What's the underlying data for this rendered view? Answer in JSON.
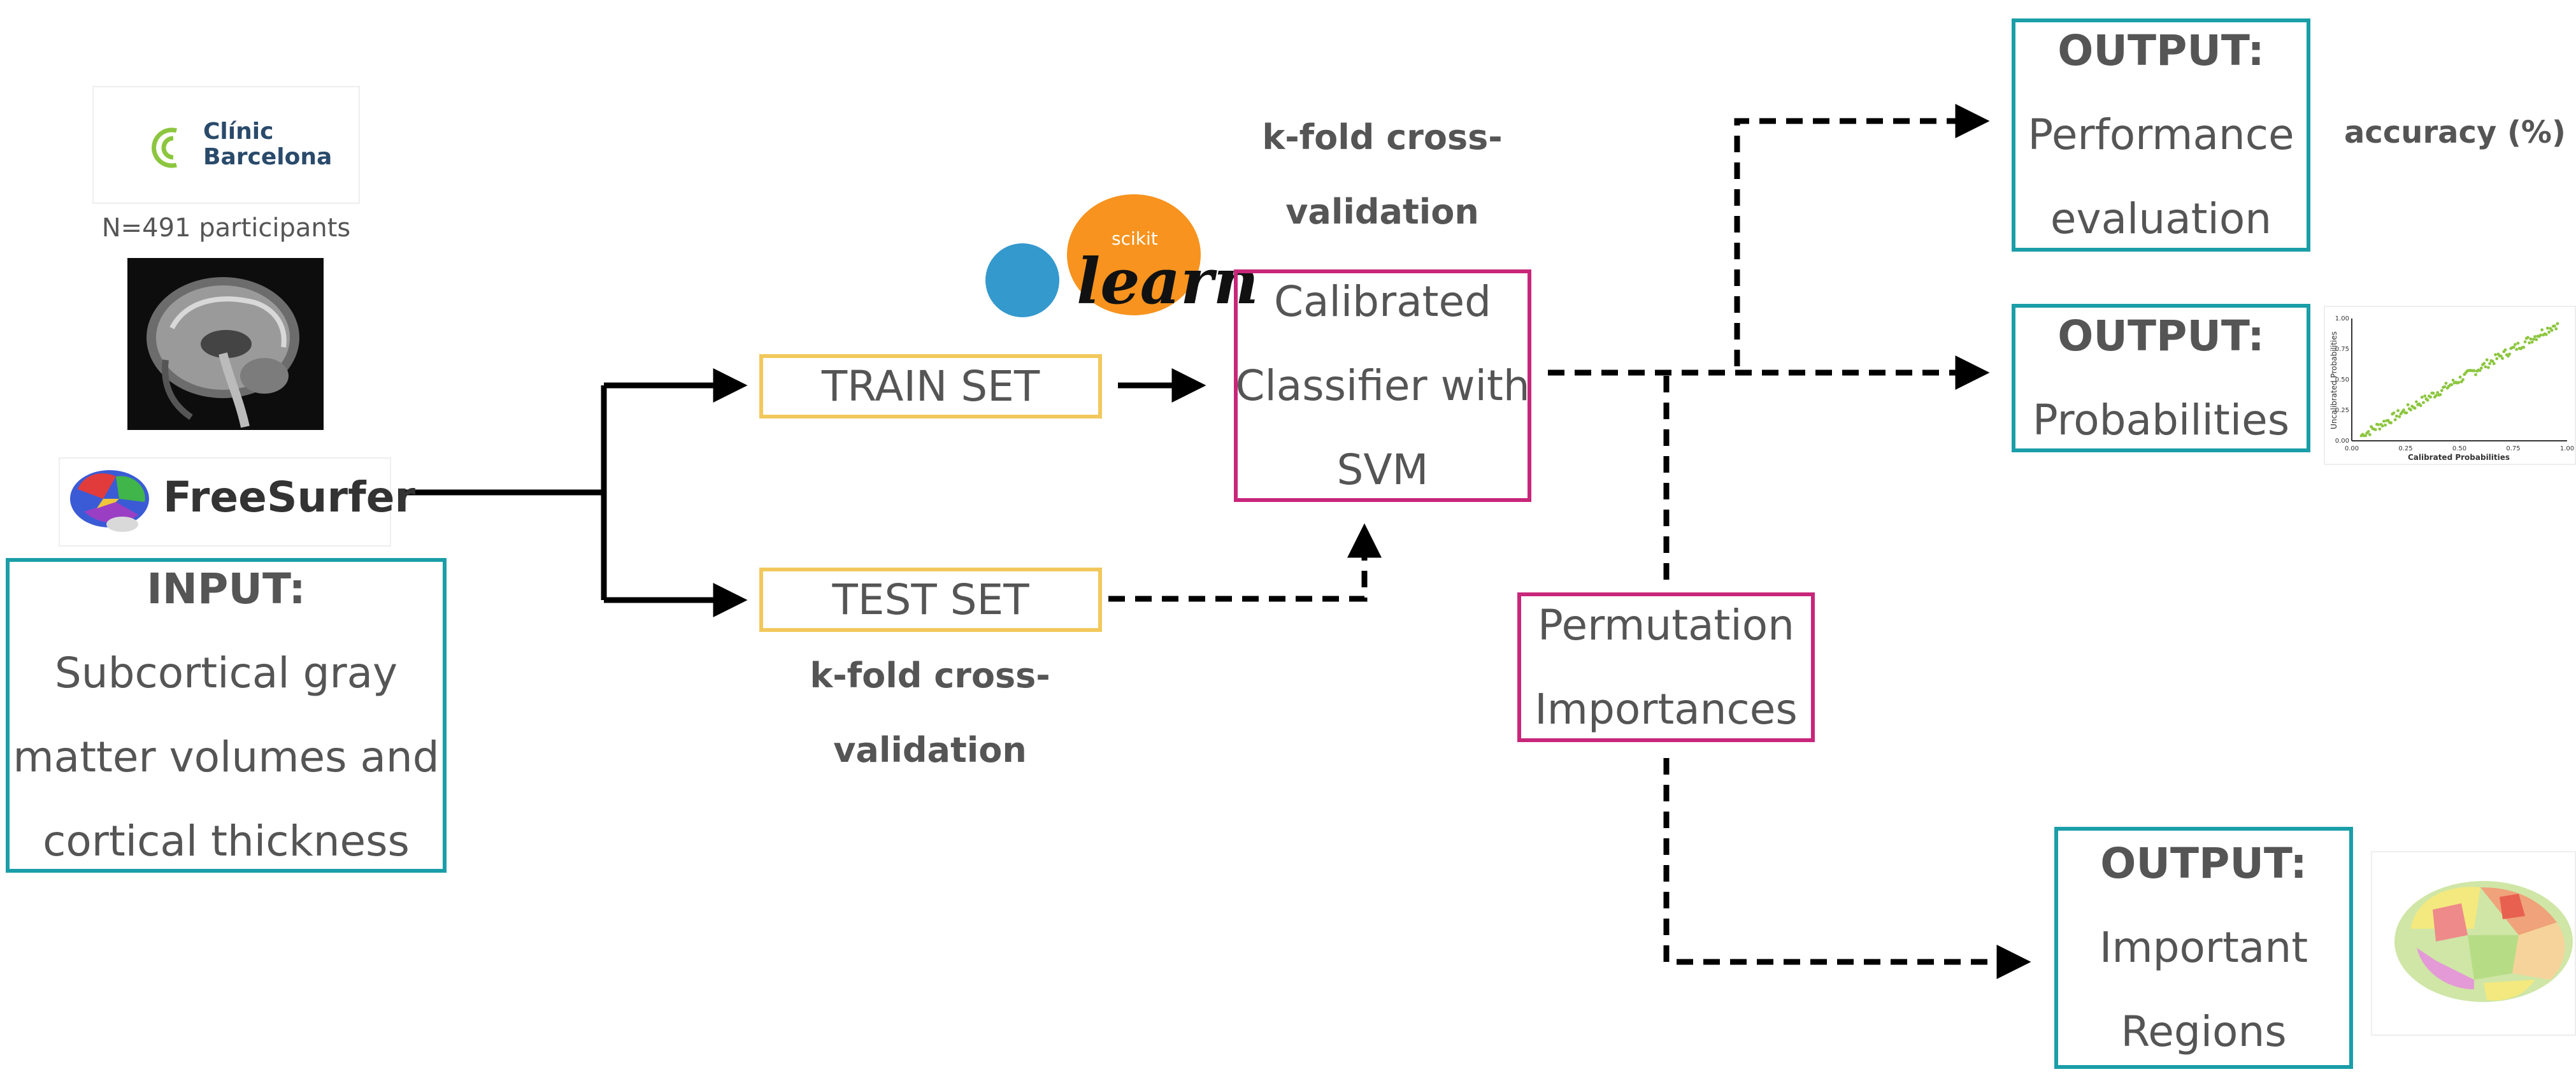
{
  "logos": {
    "clinic_line1": "Clínic",
    "clinic_line2": "Barcelona",
    "participants": "N=491 participants",
    "freesurfer": "FreeSurfer",
    "scikit_small": "scikit",
    "scikit_learn": "learn"
  },
  "input": {
    "heading": "INPUT:",
    "line1": "Subcortical gray",
    "line2": "matter volumes and",
    "line3": "cortical thickness"
  },
  "train_set": "TRAIN SET",
  "test_set": "TEST SET",
  "kfold_top": {
    "line1": "k-fold cross-",
    "line2": "validation"
  },
  "kfold_bottom": {
    "line1": "k-fold cross-",
    "line2": "validation"
  },
  "classifier": {
    "line1": "Calibrated",
    "line2": "Classifier with",
    "line3": "SVM"
  },
  "permutation": {
    "line1": "Permutation",
    "line2": "Importances"
  },
  "output_performance": {
    "heading": "OUTPUT:",
    "line1": "Performance",
    "line2": "evaluation",
    "note": "accuracy (%)"
  },
  "output_probabilities": {
    "heading": "OUTPUT:",
    "line1": "Probabilities"
  },
  "output_regions": {
    "heading": "OUTPUT:",
    "line1": "Important",
    "line2": "Regions"
  },
  "calibration_plot": {
    "xlabel": "Calibrated Probabilities",
    "ylabel": "Uncalibrated Probabilities",
    "x_ticks": [
      "0.00",
      "0.25",
      "0.50",
      "0.75",
      "1.00"
    ],
    "y_ticks": [
      "0.00",
      "0.25",
      "0.50",
      "0.75",
      "1.00"
    ]
  },
  "colors": {
    "teal": "#1a9ea8",
    "magenta": "#c8267a",
    "yellow": "#f2c85b",
    "text": "#555555",
    "scikit_blue": "#3499cd",
    "scikit_orange": "#f7931e"
  }
}
